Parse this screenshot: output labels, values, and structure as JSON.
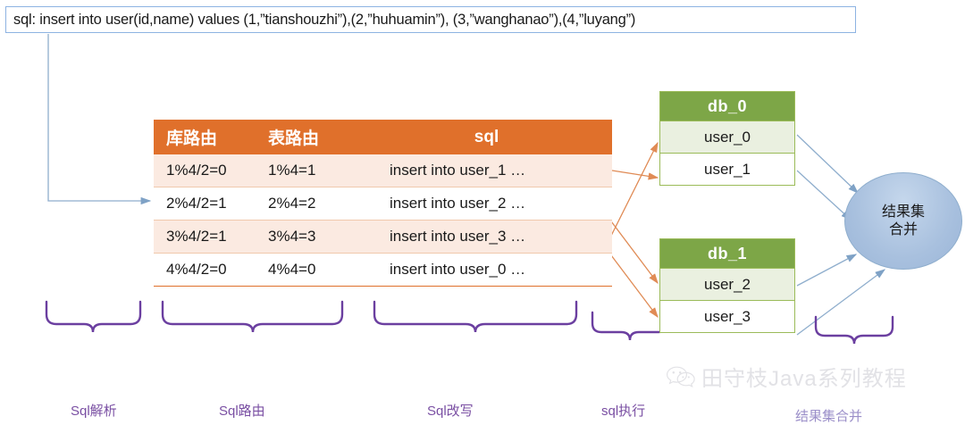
{
  "sql_statement": {
    "text": "sql: insert into user(id,name) values (1,”tianshouzhi”),(2,”huhuamin”), (3,”wanghanao”),(4,”luyang”)"
  },
  "route_table": {
    "headers": [
      "库路由",
      "表路由",
      "sql"
    ],
    "rows": [
      {
        "db_route": "1%4/2=0",
        "table_route": "1%4=1",
        "sql": "insert into user_1 …"
      },
      {
        "db_route": "2%4/2=1",
        "table_route": "2%4=2",
        "sql": "insert into user_2 …"
      },
      {
        "db_route": "3%4/2=1",
        "table_route": "3%4=3",
        "sql": "insert into user_3 …"
      },
      {
        "db_route": "4%4/2=0",
        "table_route": "4%4=0",
        "sql": "insert into user_0 …"
      }
    ]
  },
  "databases": [
    {
      "name": "db_0",
      "tables": [
        "user_0",
        "user_1"
      ]
    },
    {
      "name": "db_1",
      "tables": [
        "user_2",
        "user_3"
      ]
    }
  ],
  "merge_node": {
    "line1": "结果集",
    "line2": "合并"
  },
  "stages": [
    {
      "label": "Sql解析"
    },
    {
      "label": "Sql路由"
    },
    {
      "label": "Sql改写"
    },
    {
      "label": "sql执行"
    },
    {
      "label": "结果集合并"
    }
  ],
  "watermark": {
    "text": "田守枝Java系列教程",
    "icon": "wechat-icon"
  },
  "colors": {
    "table_header": "#E0702B",
    "table_row_alt": "#FBEAE1",
    "db_header": "#7DA647",
    "db_border": "#9BBB59",
    "db_row_alt": "#EAF0E0",
    "ellipse_fill": "#A8C0DE",
    "arrow_orange": "#E08B55",
    "arrow_blue": "#8FAECD",
    "brace_purple": "#6B3FA0",
    "label_purple": "#7A4FA3",
    "sql_box_border": "#8DB3E2"
  }
}
